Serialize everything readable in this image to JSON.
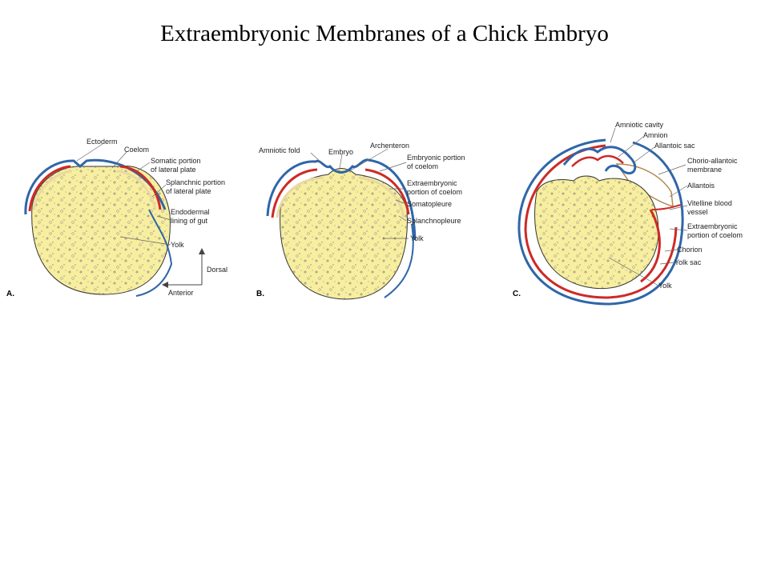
{
  "title": "Extraembryonic Membranes of a Chick Embryo",
  "colors": {
    "yolk": "#f7ee9f",
    "blue": "#2f66a8",
    "red": "#cd2a26",
    "tan": "#e9d9a1",
    "line": "#666666"
  },
  "panels": [
    {
      "letter": "A.",
      "labels": [
        {
          "lines": [
            "Ectoderm"
          ]
        },
        {
          "lines": [
            "Coelom"
          ]
        },
        {
          "lines": [
            "Somatic portion",
            "of lateral plate"
          ]
        },
        {
          "lines": [
            "Splanchnic portion",
            "of lateral plate"
          ]
        },
        {
          "lines": [
            "Endodermal",
            "lining of gut"
          ]
        },
        {
          "lines": [
            "Yolk"
          ]
        }
      ],
      "axes": {
        "vertical": "Dorsal",
        "horizontal": "Anterior"
      }
    },
    {
      "letter": "B.",
      "labels": [
        {
          "lines": [
            "Amniotic fold"
          ]
        },
        {
          "lines": [
            "Embryo"
          ]
        },
        {
          "lines": [
            "Archenteron"
          ]
        },
        {
          "lines": [
            "Embryonic portion",
            "of coelom"
          ]
        },
        {
          "lines": [
            "Extraembryonic",
            "portion of coelom"
          ]
        },
        {
          "lines": [
            "Somatopleure"
          ]
        },
        {
          "lines": [
            "Splanchnopleure"
          ]
        },
        {
          "lines": [
            "Yolk"
          ]
        }
      ]
    },
    {
      "letter": "C.",
      "labels": [
        {
          "lines": [
            "Amniotic cavity"
          ]
        },
        {
          "lines": [
            "Amnion"
          ]
        },
        {
          "lines": [
            "Allantoic sac"
          ]
        },
        {
          "lines": [
            "Chorio-allantoic",
            "membrane"
          ]
        },
        {
          "lines": [
            "Allantois"
          ]
        },
        {
          "lines": [
            "Vitelline blood",
            "vessel"
          ]
        },
        {
          "lines": [
            "Extraembryonic",
            "portion of coelom"
          ]
        },
        {
          "lines": [
            "Chorion"
          ]
        },
        {
          "lines": [
            "Yolk sac"
          ]
        },
        {
          "lines": [
            "Yolk"
          ]
        }
      ]
    }
  ]
}
